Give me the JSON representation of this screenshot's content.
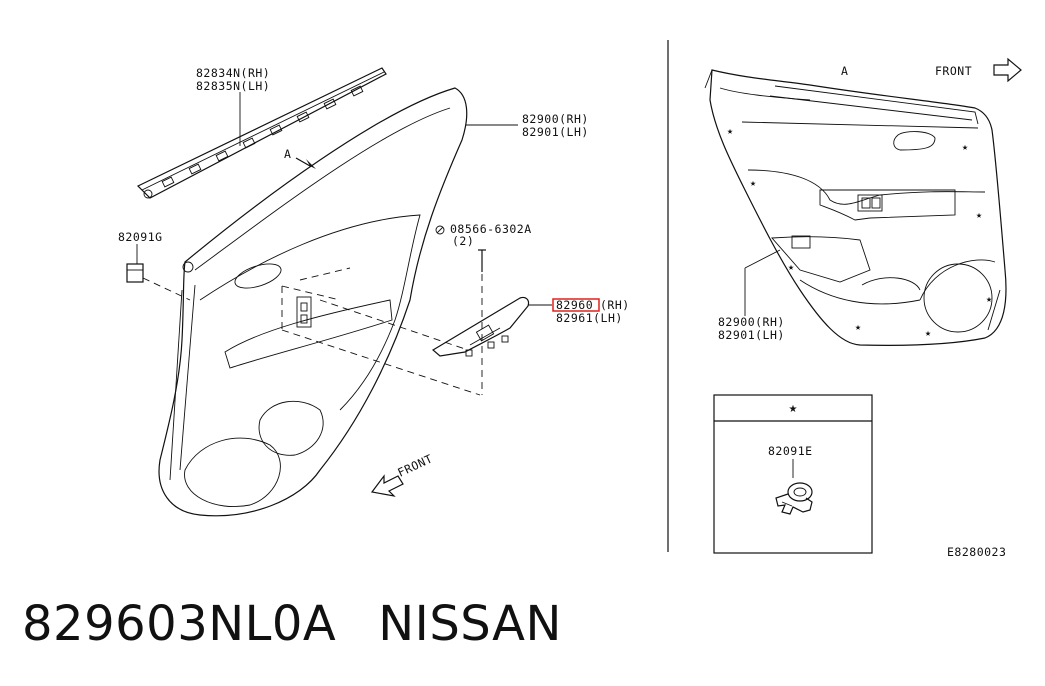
{
  "labels": {
    "moulding_rh": "82834N(RH)",
    "moulding_lh": "82835N(LH)",
    "trim_rh_left": "82900(RH)",
    "trim_lh_left": "82901(LH)",
    "clip_g": "82091G",
    "screw_no": "08566-6302A",
    "screw_qty": "(2)",
    "switch_rh_no": "82960",
    "switch_rh_side": "(RH)",
    "switch_lh": "82961(LH)",
    "view_a_left": "A",
    "front_left": "FRONT",
    "view_a_right": "A",
    "front_right": "FRONT",
    "trim_rh_right": "82900(RH)",
    "trim_lh_right": "82901(LH)",
    "inset_header": "★",
    "clip_e": "82091E",
    "diagram_code": "E8280023"
  },
  "footer": {
    "part_number": "829603NL0A",
    "brand": "NISSAN"
  },
  "colors": {
    "highlight": "#e0201b",
    "ink": "#111111"
  }
}
